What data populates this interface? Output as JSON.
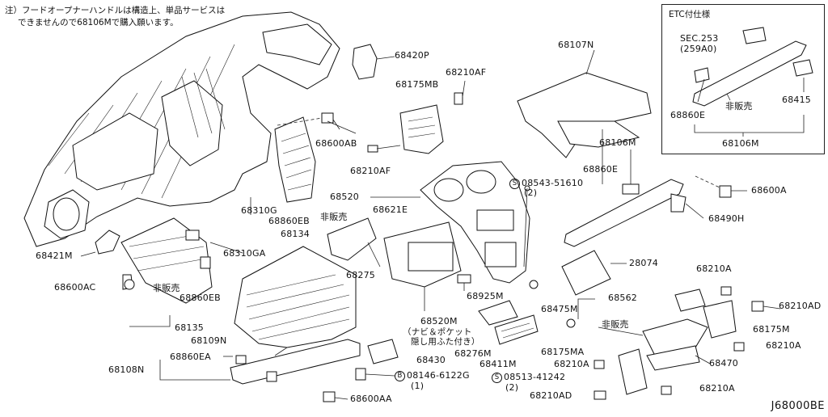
{
  "note": {
    "line1": "注）フードオープナーハンドルは構造上、単品サービスは",
    "line2": "できませんので68106Mで購入願います。"
  },
  "inset": {
    "title": "ETC付仕様",
    "sec": "SEC.253",
    "sec_sub": "(259A0)",
    "p68860e": "68860E",
    "not_sold": "非販売",
    "p68415": "68415",
    "p68106m": "68106M"
  },
  "labels": {
    "p68420p": "68420P",
    "p68210af_top": "68210AF",
    "p68175mb": "68175MB",
    "p68107n": "68107N",
    "p68600ab": "68600AB",
    "p68210af_mid": "68210AF",
    "p68106m": "68106M",
    "p68860e": "68860E",
    "s08543_a": "08543-51610",
    "s08543_b": "(2)",
    "p68600a": "68600A",
    "p68520": "68520",
    "p68621e": "68621E",
    "p68490h": "68490H",
    "p68310g": "68310G",
    "p68860eb_mid": "68860EB",
    "not_sold_mid": "非販売",
    "p68134": "68134",
    "p68421m": "68421M",
    "p68310ga": "68310GA",
    "p68275": "68275",
    "p28074": "28074",
    "p68210a_r1": "68210A",
    "p68600ac": "68600AC",
    "not_sold_left": "非販売",
    "p68860eb_left": "68860EB",
    "p68925m": "68925M",
    "p68475m": "68475M",
    "p68562": "68562",
    "p68210ad_r": "68210AD",
    "not_sold_right": "非販売",
    "p68175m": "68175M",
    "p68135": "68135",
    "p68520m": "68520M",
    "p68520m_note1": "（ナビ＆ポケット",
    "p68520m_note2": "隠し用ふた付き）",
    "p68109n": "68109N",
    "p68276m": "68276M",
    "p68411m": "68411M",
    "p68210a_r2": "68210A",
    "p68860ea": "68860EA",
    "p68430": "68430",
    "p68175ma": "68175MA",
    "p68470": "68470",
    "p68108n": "68108N",
    "b08146_a": "08146-6122G",
    "b08146_b": "(1)",
    "p68210a_c": "68210A",
    "s08513_a": "08513-41242",
    "s08513_b": "(2)",
    "p68600aa": "68600AA",
    "p68210ad_b": "68210AD",
    "p68210a_b": "68210A",
    "circle_s": "S",
    "circle_b": "B"
  },
  "diagram_code": "J68000BE"
}
